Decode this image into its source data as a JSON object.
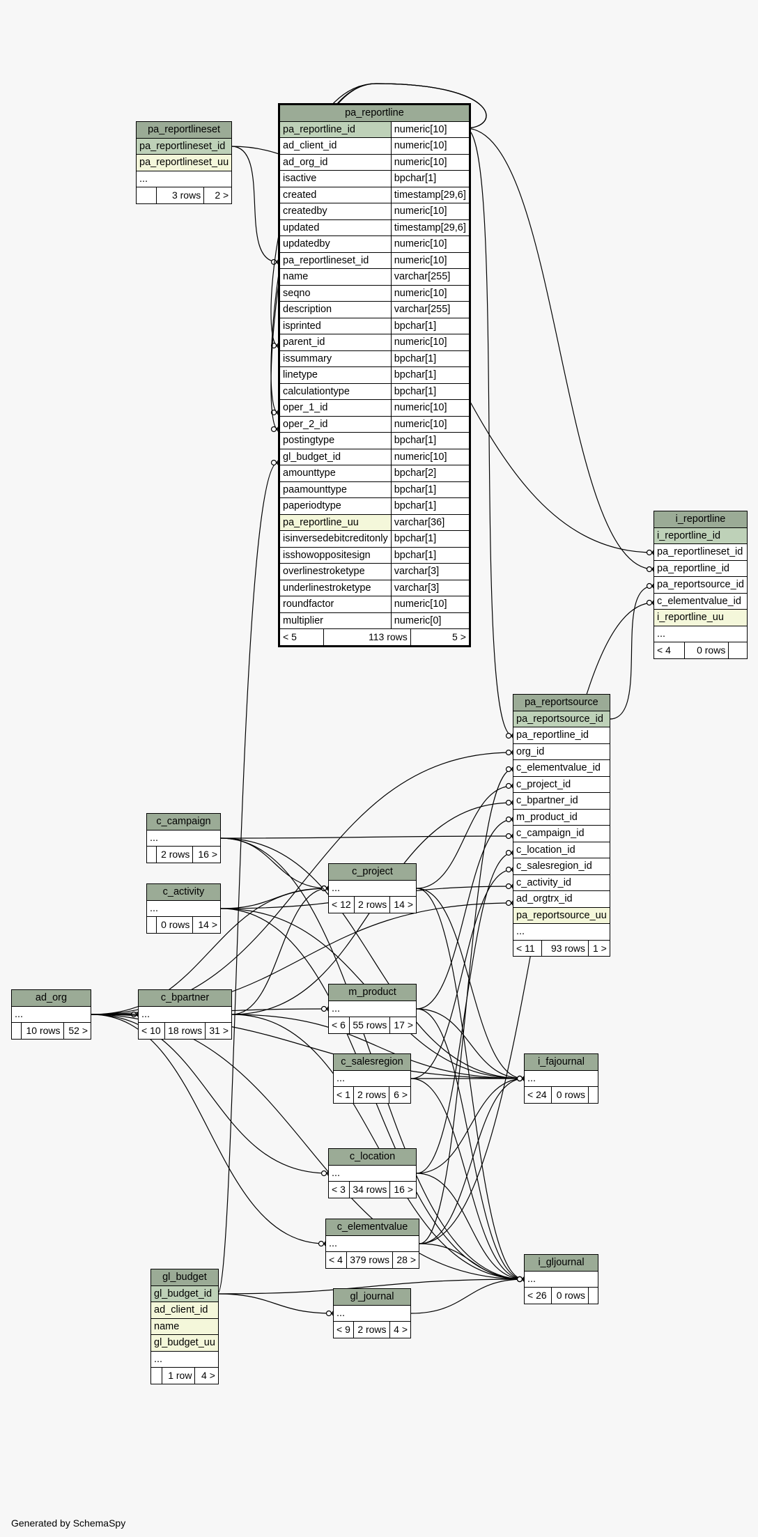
{
  "tables": {
    "pa_reportlineset": {
      "name": "pa_reportlineset",
      "rows": [
        {
          "name": "pa_reportlineset_id",
          "kind": "pk"
        },
        {
          "name": "pa_reportlineset_uu",
          "kind": "idx"
        },
        {
          "name": "...",
          "kind": "col"
        }
      ],
      "footer": [
        "",
        "3 rows",
        "2 >"
      ]
    },
    "pa_reportline": {
      "name": "pa_reportline",
      "rows": [
        {
          "name": "pa_reportline_id",
          "type": "numeric[10]",
          "kind": "pk"
        },
        {
          "name": "ad_client_id",
          "type": "numeric[10]",
          "kind": "col"
        },
        {
          "name": "ad_org_id",
          "type": "numeric[10]",
          "kind": "col"
        },
        {
          "name": "isactive",
          "type": "bpchar[1]",
          "kind": "col"
        },
        {
          "name": "created",
          "type": "timestamp[29,6]",
          "kind": "col"
        },
        {
          "name": "createdby",
          "type": "numeric[10]",
          "kind": "col"
        },
        {
          "name": "updated",
          "type": "timestamp[29,6]",
          "kind": "col"
        },
        {
          "name": "updatedby",
          "type": "numeric[10]",
          "kind": "col"
        },
        {
          "name": "pa_reportlineset_id",
          "type": "numeric[10]",
          "kind": "col"
        },
        {
          "name": "name",
          "type": "varchar[255]",
          "kind": "col"
        },
        {
          "name": "seqno",
          "type": "numeric[10]",
          "kind": "col"
        },
        {
          "name": "description",
          "type": "varchar[255]",
          "kind": "col"
        },
        {
          "name": "isprinted",
          "type": "bpchar[1]",
          "kind": "col"
        },
        {
          "name": "parent_id",
          "type": "numeric[10]",
          "kind": "col"
        },
        {
          "name": "issummary",
          "type": "bpchar[1]",
          "kind": "col"
        },
        {
          "name": "linetype",
          "type": "bpchar[1]",
          "kind": "col"
        },
        {
          "name": "calculationtype",
          "type": "bpchar[1]",
          "kind": "col"
        },
        {
          "name": "oper_1_id",
          "type": "numeric[10]",
          "kind": "col"
        },
        {
          "name": "oper_2_id",
          "type": "numeric[10]",
          "kind": "col"
        },
        {
          "name": "postingtype",
          "type": "bpchar[1]",
          "kind": "col"
        },
        {
          "name": "gl_budget_id",
          "type": "numeric[10]",
          "kind": "col"
        },
        {
          "name": "amounttype",
          "type": "bpchar[2]",
          "kind": "col"
        },
        {
          "name": "paamounttype",
          "type": "bpchar[1]",
          "kind": "col"
        },
        {
          "name": "paperiodtype",
          "type": "bpchar[1]",
          "kind": "col"
        },
        {
          "name": "pa_reportline_uu",
          "type": "varchar[36]",
          "kind": "idx"
        },
        {
          "name": "isinversedebitcreditonly",
          "type": "bpchar[1]",
          "kind": "col"
        },
        {
          "name": "isshowoppositesign",
          "type": "bpchar[1]",
          "kind": "col"
        },
        {
          "name": "overlinestroketype",
          "type": "varchar[3]",
          "kind": "col"
        },
        {
          "name": "underlinestroketype",
          "type": "varchar[3]",
          "kind": "col"
        },
        {
          "name": "roundfactor",
          "type": "numeric[10]",
          "kind": "col"
        },
        {
          "name": "multiplier",
          "type": "numeric[0]",
          "kind": "col"
        }
      ],
      "footer": [
        "< 5",
        "113 rows",
        "5 >"
      ]
    },
    "i_reportline": {
      "name": "i_reportline",
      "rows": [
        {
          "name": "i_reportline_id",
          "kind": "pk"
        },
        {
          "name": "pa_reportlineset_id",
          "kind": "col"
        },
        {
          "name": "pa_reportline_id",
          "kind": "col"
        },
        {
          "name": "pa_reportsource_id",
          "kind": "col"
        },
        {
          "name": "c_elementvalue_id",
          "kind": "col"
        },
        {
          "name": "i_reportline_uu",
          "kind": "idx"
        },
        {
          "name": "...",
          "kind": "col"
        }
      ],
      "footer": [
        "< 4",
        "0 rows",
        ""
      ]
    },
    "pa_reportsource": {
      "name": "pa_reportsource",
      "rows": [
        {
          "name": "pa_reportsource_id",
          "kind": "pk"
        },
        {
          "name": "pa_reportline_id",
          "kind": "col"
        },
        {
          "name": "org_id",
          "kind": "col"
        },
        {
          "name": "c_elementvalue_id",
          "kind": "col"
        },
        {
          "name": "c_project_id",
          "kind": "col"
        },
        {
          "name": "c_bpartner_id",
          "kind": "col"
        },
        {
          "name": "m_product_id",
          "kind": "col"
        },
        {
          "name": "c_campaign_id",
          "kind": "col"
        },
        {
          "name": "c_location_id",
          "kind": "col"
        },
        {
          "name": "c_salesregion_id",
          "kind": "col"
        },
        {
          "name": "c_activity_id",
          "kind": "col"
        },
        {
          "name": "ad_orgtrx_id",
          "kind": "col"
        },
        {
          "name": "pa_reportsource_uu",
          "kind": "idx"
        },
        {
          "name": "...",
          "kind": "col"
        }
      ],
      "footer": [
        "< 11",
        "93 rows",
        "1 >"
      ]
    },
    "c_campaign": {
      "name": "c_campaign",
      "rows": [
        {
          "name": "...",
          "kind": "col"
        }
      ],
      "footer": [
        "",
        "2 rows",
        "16 >"
      ]
    },
    "c_activity": {
      "name": "c_activity",
      "rows": [
        {
          "name": "...",
          "kind": "col"
        }
      ],
      "footer": [
        "",
        "0 rows",
        "14 >"
      ]
    },
    "c_project": {
      "name": "c_project",
      "rows": [
        {
          "name": "...",
          "kind": "col"
        }
      ],
      "footer": [
        "< 12",
        "2 rows",
        "14 >"
      ]
    },
    "ad_org": {
      "name": "ad_org",
      "rows": [
        {
          "name": "...",
          "kind": "col"
        }
      ],
      "footer": [
        "",
        "10 rows",
        "52 >"
      ]
    },
    "c_bpartner": {
      "name": "c_bpartner",
      "rows": [
        {
          "name": "...",
          "kind": "col"
        }
      ],
      "footer": [
        "< 10",
        "18 rows",
        "31 >"
      ]
    },
    "m_product": {
      "name": "m_product",
      "rows": [
        {
          "name": "...",
          "kind": "col"
        }
      ],
      "footer": [
        "< 6",
        "55 rows",
        "17 >"
      ]
    },
    "c_salesregion": {
      "name": "c_salesregion",
      "rows": [
        {
          "name": "...",
          "kind": "col"
        }
      ],
      "footer": [
        "< 1",
        "2 rows",
        "6 >"
      ]
    },
    "i_fajournal": {
      "name": "i_fajournal",
      "rows": [
        {
          "name": "...",
          "kind": "col"
        }
      ],
      "footer": [
        "< 24",
        "0 rows",
        ""
      ]
    },
    "c_location": {
      "name": "c_location",
      "rows": [
        {
          "name": "...",
          "kind": "col"
        }
      ],
      "footer": [
        "< 3",
        "34 rows",
        "16 >"
      ]
    },
    "c_elementvalue": {
      "name": "c_elementvalue",
      "rows": [
        {
          "name": "...",
          "kind": "col"
        }
      ],
      "footer": [
        "< 4",
        "379 rows",
        "28 >"
      ]
    },
    "gl_budget": {
      "name": "gl_budget",
      "rows": [
        {
          "name": "gl_budget_id",
          "kind": "pk"
        },
        {
          "name": "ad_client_id",
          "kind": "idx"
        },
        {
          "name": "name",
          "kind": "idx"
        },
        {
          "name": "gl_budget_uu",
          "kind": "idx"
        },
        {
          "name": "...",
          "kind": "col"
        }
      ],
      "footer": [
        "",
        "1 row",
        "4 >"
      ]
    },
    "gl_journal": {
      "name": "gl_journal",
      "rows": [
        {
          "name": "...",
          "kind": "col"
        }
      ],
      "footer": [
        "< 9",
        "2 rows",
        "4 >"
      ]
    },
    "i_gljournal": {
      "name": "i_gljournal",
      "rows": [
        {
          "name": "...",
          "kind": "col"
        }
      ],
      "footer": [
        "< 26",
        "0 rows",
        ""
      ]
    }
  },
  "colors": {
    "header": "#9bab96",
    "primary_key": "#bed1b8",
    "indexed": "#f4f7da",
    "background": "#f7f7f7"
  },
  "footer_text": "Generated by SchemaSpy"
}
